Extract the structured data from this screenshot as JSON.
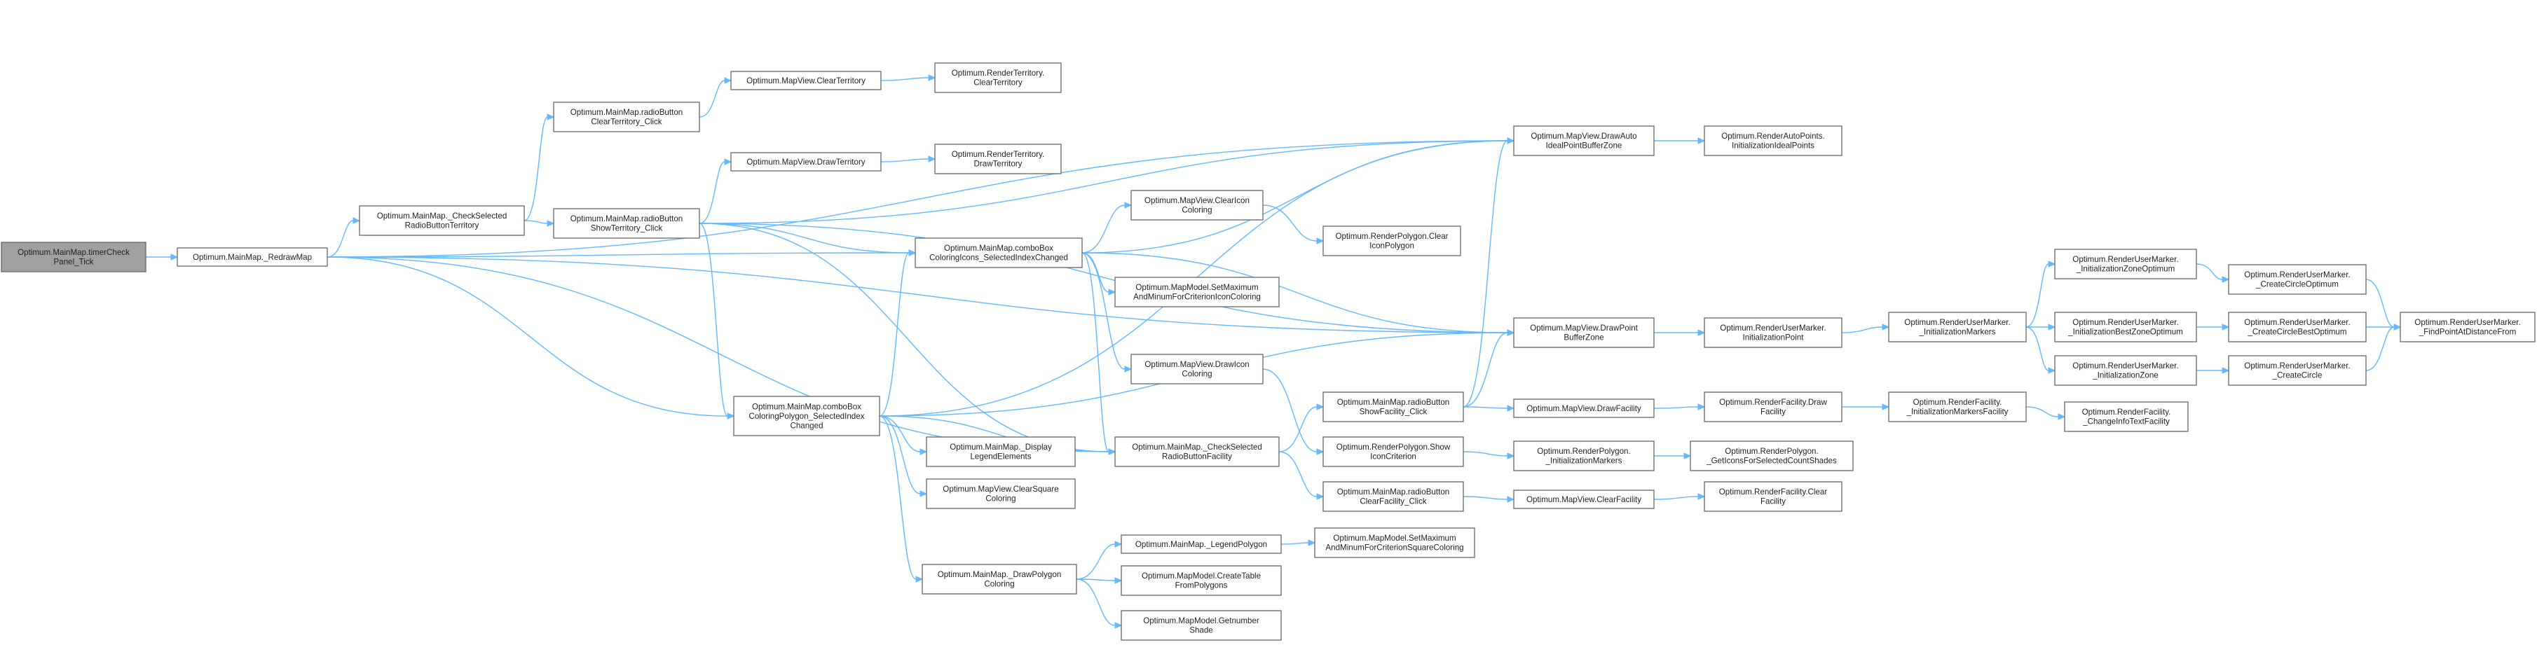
{
  "diagram": {
    "type": "call-graph",
    "nodes": [
      {
        "id": "n0",
        "lines": [
          "Optimum.MainMap.timerCheck",
          "Panel_Tick"
        ],
        "root": true
      },
      {
        "id": "n1",
        "lines": [
          "Optimum.MainMap._RedrawMap"
        ]
      },
      {
        "id": "n2",
        "lines": [
          "Optimum.MainMap._CheckSelected",
          "RadioButtonTerritory"
        ]
      },
      {
        "id": "n3",
        "lines": [
          "Optimum.MainMap.radioButton",
          "ClearTerritory_Click"
        ]
      },
      {
        "id": "n4",
        "lines": [
          "Optimum.MapView.ClearTerritory"
        ]
      },
      {
        "id": "n5",
        "lines": [
          "Optimum.RenderTerritory.",
          "ClearTerritory"
        ]
      },
      {
        "id": "n6",
        "lines": [
          "Optimum.MainMap.radioButton",
          "ShowTerritory_Click"
        ]
      },
      {
        "id": "n7",
        "lines": [
          "Optimum.MapView.DrawTerritory"
        ]
      },
      {
        "id": "n8",
        "lines": [
          "Optimum.RenderTerritory.",
          "DrawTerritory"
        ]
      },
      {
        "id": "n9",
        "lines": [
          "Optimum.MapView.DrawAuto",
          "IdealPointBufferZone"
        ]
      },
      {
        "id": "n10",
        "lines": [
          "Optimum.RenderAutoPoints.",
          "InitializationIdealPoints"
        ]
      },
      {
        "id": "n11",
        "lines": [
          "Optimum.MainMap.comboBox",
          "ColoringIcons_SelectedIndexChanged"
        ]
      },
      {
        "id": "n12",
        "lines": [
          "Optimum.MapView.ClearIcon",
          "Coloring"
        ]
      },
      {
        "id": "n13",
        "lines": [
          "Optimum.RenderPolygon.Clear",
          "IconPolygon"
        ]
      },
      {
        "id": "n14",
        "lines": [
          "Optimum.MapModel.SetMaximum",
          "AndMinumForCriterionIconColoring"
        ]
      },
      {
        "id": "n15",
        "lines": [
          "Optimum.MapView.DrawIcon",
          "Coloring"
        ]
      },
      {
        "id": "n16",
        "lines": [
          "Optimum.MapView.DrawPoint",
          "BufferZone"
        ]
      },
      {
        "id": "n17",
        "lines": [
          "Optimum.RenderUserMarker.",
          "InitializationPoint"
        ]
      },
      {
        "id": "n18",
        "lines": [
          "Optimum.RenderUserMarker.",
          "_InitializationMarkers"
        ]
      },
      {
        "id": "n19",
        "lines": [
          "Optimum.RenderUserMarker.",
          "_InitializationZoneOptimum"
        ]
      },
      {
        "id": "n20",
        "lines": [
          "Optimum.RenderUserMarker.",
          "_InitializationBestZoneOptimum"
        ]
      },
      {
        "id": "n21",
        "lines": [
          "Optimum.RenderUserMarker.",
          "_InitializationZone"
        ]
      },
      {
        "id": "n22",
        "lines": [
          "Optimum.RenderUserMarker.",
          "_CreateCircleOptimum"
        ]
      },
      {
        "id": "n23",
        "lines": [
          "Optimum.RenderUserMarker.",
          "_CreateCircleBestOptimum"
        ]
      },
      {
        "id": "n24",
        "lines": [
          "Optimum.RenderUserMarker.",
          "_CreateCircle"
        ]
      },
      {
        "id": "n25",
        "lines": [
          "Optimum.RenderUserMarker.",
          "_FindPointAtDistanceFrom"
        ]
      },
      {
        "id": "n26",
        "lines": [
          "Optimum.MainMap.comboBox",
          "ColoringPolygon_SelectedIndex",
          "Changed"
        ]
      },
      {
        "id": "n27",
        "lines": [
          "Optimum.MainMap._CheckSelected",
          "RadioButtonFacility"
        ]
      },
      {
        "id": "n28",
        "lines": [
          "Optimum.MainMap.radioButton",
          "ShowFacility_Click"
        ]
      },
      {
        "id": "n29",
        "lines": [
          "Optimum.MapView.DrawFacility"
        ]
      },
      {
        "id": "n30",
        "lines": [
          "Optimum.RenderFacility.Draw",
          "Facility"
        ]
      },
      {
        "id": "n31",
        "lines": [
          "Optimum.RenderFacility.",
          "_InitializationMarkersFacility"
        ]
      },
      {
        "id": "n32",
        "lines": [
          "Optimum.RenderFacility.",
          "_ChangeInfoTextFacility"
        ]
      },
      {
        "id": "n33",
        "lines": [
          "Optimum.RenderPolygon.Show",
          "IconCriterion"
        ]
      },
      {
        "id": "n34",
        "lines": [
          "Optimum.RenderPolygon.",
          "_InitializationMarkers"
        ]
      },
      {
        "id": "n35",
        "lines": [
          "Optimum.RenderPolygon.",
          "_GetIconsForSelectedCountShades"
        ]
      },
      {
        "id": "n36",
        "lines": [
          "Optimum.MainMap.radioButton",
          "ClearFacility_Click"
        ]
      },
      {
        "id": "n37",
        "lines": [
          "Optimum.MapView.ClearFacility"
        ]
      },
      {
        "id": "n38",
        "lines": [
          "Optimum.RenderFacility.Clear",
          "Facility"
        ]
      },
      {
        "id": "n39",
        "lines": [
          "Optimum.MainMap._Display",
          "LegendElements"
        ]
      },
      {
        "id": "n40",
        "lines": [
          "Optimum.MapView.ClearSquare",
          "Coloring"
        ]
      },
      {
        "id": "n41",
        "lines": [
          "Optimum.MainMap._DrawPolygon",
          "Coloring"
        ]
      },
      {
        "id": "n42",
        "lines": [
          "Optimum.MainMap._LegendPolygon"
        ]
      },
      {
        "id": "n43",
        "lines": [
          "Optimum.MapModel.SetMaximum",
          "AndMinumForCriterionSquareColoring"
        ]
      },
      {
        "id": "n44",
        "lines": [
          "Optimum.MapModel.CreateTable",
          "FromPolygons"
        ]
      },
      {
        "id": "n45",
        "lines": [
          "Optimum.MapModel.Getnumber",
          "Shade"
        ]
      }
    ],
    "edges": [
      [
        "n0",
        "n1"
      ],
      [
        "n1",
        "n2"
      ],
      [
        "n1",
        "n9"
      ],
      [
        "n1",
        "n11"
      ],
      [
        "n1",
        "n16"
      ],
      [
        "n1",
        "n26"
      ],
      [
        "n1",
        "n27"
      ],
      [
        "n2",
        "n3"
      ],
      [
        "n2",
        "n6"
      ],
      [
        "n3",
        "n4"
      ],
      [
        "n4",
        "n5"
      ],
      [
        "n6",
        "n7"
      ],
      [
        "n7",
        "n8"
      ],
      [
        "n6",
        "n9"
      ],
      [
        "n6",
        "n11"
      ],
      [
        "n6",
        "n16"
      ],
      [
        "n6",
        "n26"
      ],
      [
        "n6",
        "n27"
      ],
      [
        "n9",
        "n10"
      ],
      [
        "n11",
        "n12"
      ],
      [
        "n12",
        "n13"
      ],
      [
        "n11",
        "n14"
      ],
      [
        "n11",
        "n15"
      ],
      [
        "n11",
        "n9"
      ],
      [
        "n11",
        "n16"
      ],
      [
        "n11",
        "n27"
      ],
      [
        "n15",
        "n33"
      ],
      [
        "n16",
        "n17"
      ],
      [
        "n17",
        "n18"
      ],
      [
        "n18",
        "n19"
      ],
      [
        "n18",
        "n20"
      ],
      [
        "n18",
        "n21"
      ],
      [
        "n19",
        "n22"
      ],
      [
        "n20",
        "n23"
      ],
      [
        "n21",
        "n24"
      ],
      [
        "n22",
        "n25"
      ],
      [
        "n23",
        "n25"
      ],
      [
        "n24",
        "n25"
      ],
      [
        "n26",
        "n9"
      ],
      [
        "n26",
        "n11"
      ],
      [
        "n26",
        "n16"
      ],
      [
        "n26",
        "n27"
      ],
      [
        "n26",
        "n39"
      ],
      [
        "n26",
        "n40"
      ],
      [
        "n26",
        "n41"
      ],
      [
        "n27",
        "n28"
      ],
      [
        "n27",
        "n36"
      ],
      [
        "n28",
        "n9"
      ],
      [
        "n28",
        "n16"
      ],
      [
        "n28",
        "n29"
      ],
      [
        "n29",
        "n30"
      ],
      [
        "n30",
        "n31"
      ],
      [
        "n31",
        "n32"
      ],
      [
        "n33",
        "n34"
      ],
      [
        "n34",
        "n35"
      ],
      [
        "n36",
        "n37"
      ],
      [
        "n37",
        "n38"
      ],
      [
        "n41",
        "n42"
      ],
      [
        "n42",
        "n43"
      ],
      [
        "n41",
        "n44"
      ],
      [
        "n41",
        "n45"
      ]
    ]
  }
}
